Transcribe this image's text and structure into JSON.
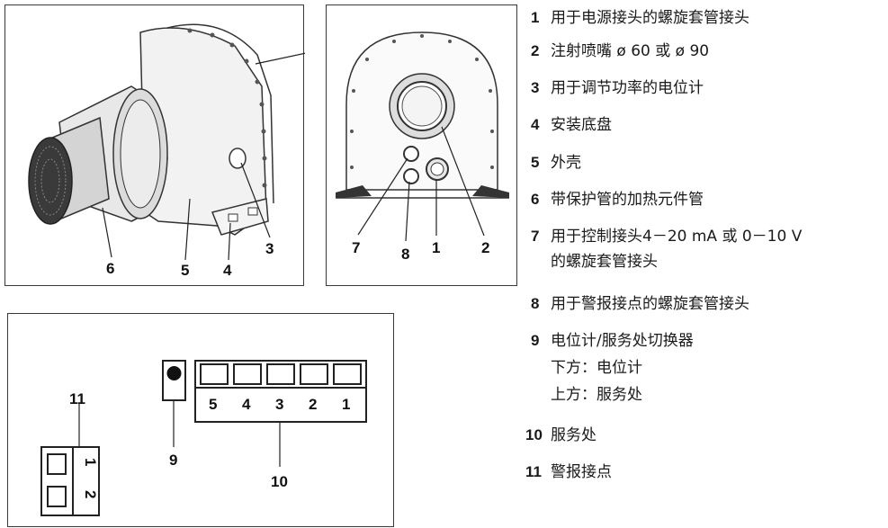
{
  "callouts": {
    "heater": [
      "6",
      "5",
      "4",
      "3"
    ],
    "front": [
      "7",
      "8",
      "1",
      "2"
    ],
    "board_switch": "9",
    "board_terminals": "10",
    "board_alarm": "11"
  },
  "terminal_labels": [
    "5",
    "4",
    "3",
    "2",
    "1"
  ],
  "alarm_labels": [
    "1",
    "2"
  ],
  "legend": [
    {
      "n": "1",
      "text": "用于电源接头的螺旋套管接头"
    },
    {
      "n": "2",
      "text": "注射喷嘴 ø 60 或 ø 90"
    },
    {
      "n": "3",
      "text": "用于调节功率的电位计"
    },
    {
      "n": "4",
      "text": "安装底盘"
    },
    {
      "n": "5",
      "text": "外壳"
    },
    {
      "n": "6",
      "text": "带保护管的加热元件管"
    },
    {
      "n": "7",
      "text": "用于控制接头4－20 mA 或 0－10 V",
      "cont": "的螺旋套管接头"
    },
    {
      "n": "8",
      "text": "用于警报接点的螺旋套管接头"
    },
    {
      "n": "9",
      "text": "电位计/服务处切换器",
      "sub1": "下方：电位计",
      "sub2": "上方：服务处"
    },
    {
      "n": "10",
      "text": "服务处"
    },
    {
      "n": "11",
      "text": "警报接点"
    }
  ]
}
